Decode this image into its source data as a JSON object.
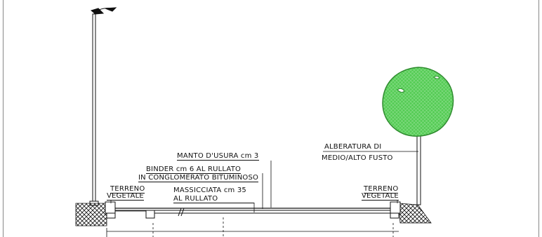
{
  "labels": {
    "terreno_left_1": "TERRENO",
    "terreno_left_2": "VEGETALE",
    "terreno_right_1": "TERRENO",
    "terreno_right_2": "VEGETALE",
    "manto": "MANTO D'USURA cm 3",
    "binder_1": "BINDER cm 6 AL RULLATO",
    "binder_2": "IN CONGLOMERATO BITUMINOSO",
    "massicciata_1": "MASSICCIATA cm 35",
    "massicciata_2": "AL RULLATO",
    "alberatura_1": "ALBERATURA DI",
    "alberatura_2": "MEDIO/ALTO FUSTO"
  },
  "colors": {
    "line": "#111111",
    "tree_fill": "#55cc55",
    "tree_hatch": "#9be89b",
    "frame": "#888888"
  }
}
